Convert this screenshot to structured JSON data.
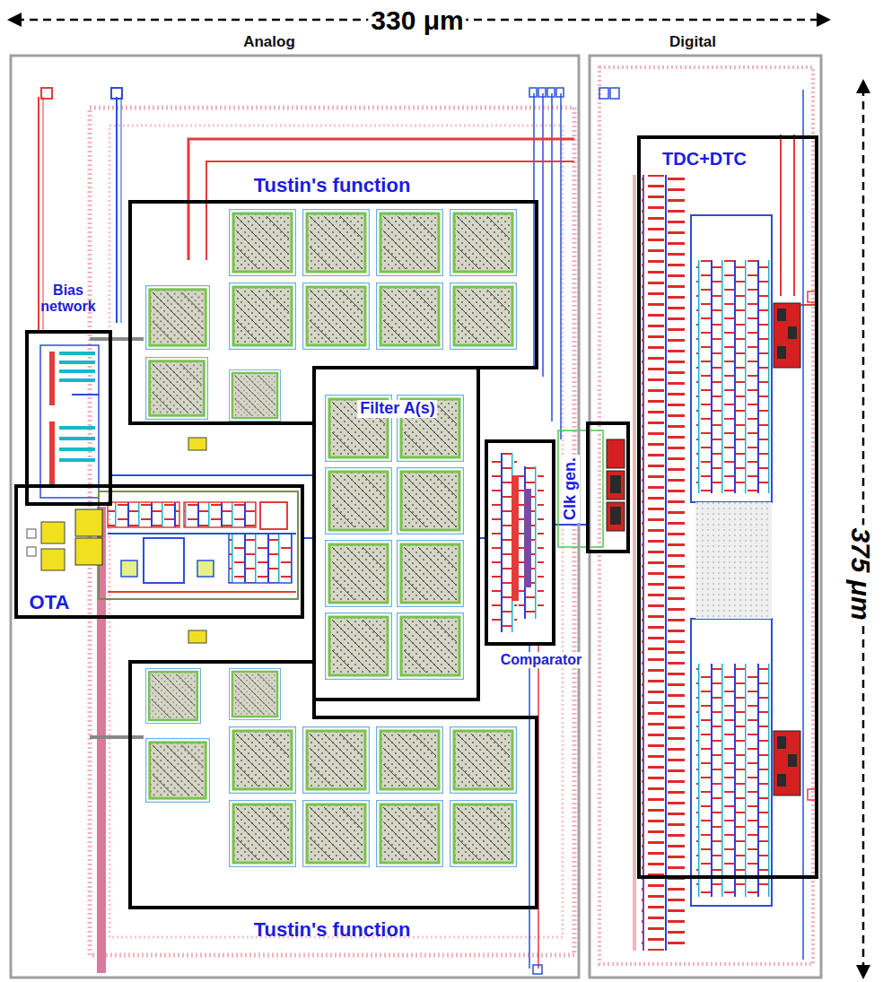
{
  "diagram": {
    "nodes": [
      {
        "text": [
          "Analog"
        ]
      },
      {
        "text": [
          "Tustin's function"
        ],
        "in": 0
      },
      {
        "text": [
          "Bias network"
        ],
        "in": 0
      },
      {
        "text": [
          "Filter A(s)"
        ],
        "in": 0
      },
      {
        "text": [
          "OTA"
        ],
        "in": 0
      },
      {
        "text": [
          "Comparator"
        ],
        "in": 0
      },
      {
        "text": [
          "Tustin's function"
        ],
        "in": 0
      },
      {
        "text": [
          "Digital"
        ]
      },
      {
        "text": [
          "TDC+DTC"
        ],
        "in": 7
      },
      {
        "text": [
          "Clk gen."
        ],
        "in": 7
      }
    ],
    "labels": [
      "330 μm",
      "375 μm"
    ]
  }
}
